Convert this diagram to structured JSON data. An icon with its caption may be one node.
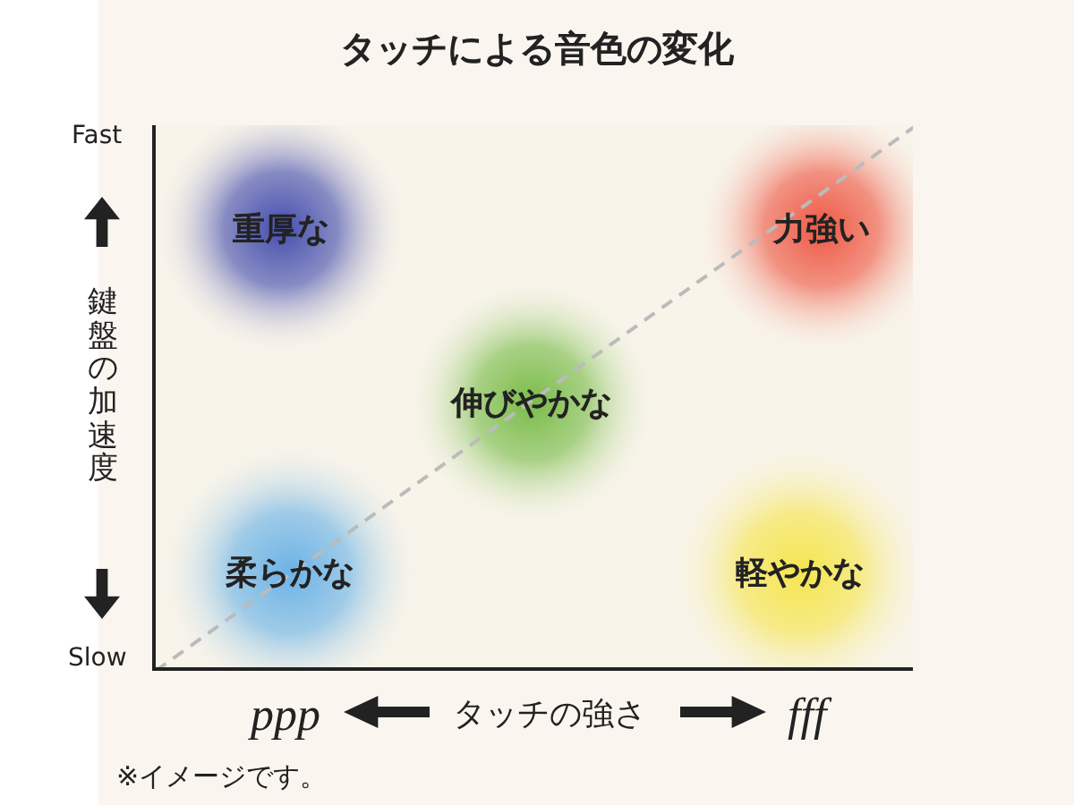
{
  "diagram": {
    "title": "タッチによる音色の変化",
    "nodes": [
      {
        "text": [],
        "shape": "box"
      },
      {
        "text": [
          "重厚な"
        ],
        "in": 0
      },
      {
        "text": [
          "力強い"
        ],
        "in": 0
      },
      {
        "text": [
          "伸びやかな"
        ],
        "in": 0
      },
      {
        "text": [
          "柔らかな"
        ],
        "in": 0
      },
      {
        "text": [
          "軽やかな"
        ],
        "in": 0
      }
    ],
    "edges": [],
    "labels": [
      "Fast",
      "鍵盤の加速度",
      "Slow",
      "ppp",
      "タッチの強さ",
      "fff",
      "※イメージです。"
    ]
  }
}
